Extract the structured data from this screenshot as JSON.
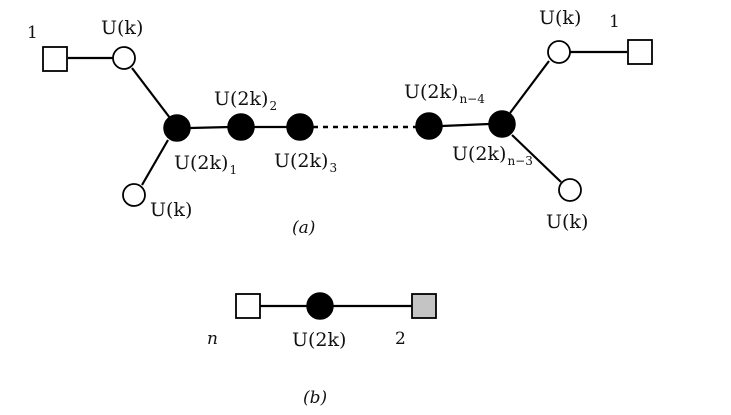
{
  "diagram_a": {
    "caption": "(a)",
    "left_flavor_label": "1",
    "right_flavor_label": "1",
    "node_u1": {
      "base": "U(k)",
      "sub": ""
    },
    "node_u2": {
      "base": "U(k)",
      "sub": ""
    },
    "node_u3": {
      "base": "U(k)",
      "sub": ""
    },
    "node_u4": {
      "base": "U(k)",
      "sub": ""
    },
    "node_1": {
      "base": "U(2k)",
      "sub": "1"
    },
    "node_2": {
      "base": "U(2k)",
      "sub": "2"
    },
    "node_3": {
      "base": "U(2k)",
      "sub": "3"
    },
    "node_n4": {
      "base": "U(2k)",
      "sub": "n−4"
    },
    "node_n3": {
      "base": "U(2k)",
      "sub": "n−3"
    }
  },
  "diagram_b": {
    "caption": "(b)",
    "left_flavor_label": "n",
    "center_node_label": "U(2k)",
    "right_flavor_label": "2"
  }
}
